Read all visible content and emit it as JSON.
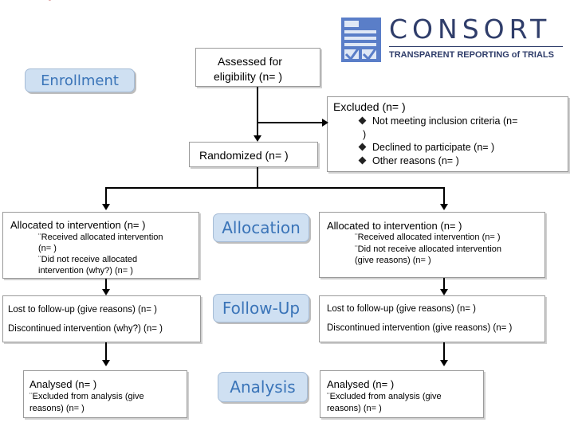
{
  "corner_mark": "' -",
  "logo": {
    "wordmark": "CONSORT",
    "tagline": "TRANSPARENT REPORTING of TRIALS"
  },
  "stages": {
    "enrollment": "Enrollment",
    "allocation": "Allocation",
    "follow_up": "Follow-Up",
    "analysis": "Analysis"
  },
  "assessed": {
    "line1": "Assessed for",
    "line2": "eligibility (n= )"
  },
  "excluded": {
    "title": "Excluded (n= )",
    "reason1_a": "Not meeting inclusion criteria (n=",
    "reason1_b": ")",
    "reason2": "Declined to participate (n= )",
    "reason3": "Other reasons (n= )"
  },
  "randomized": "Randomized (n= )",
  "left_arm": {
    "allocated": "Allocated to intervention (n= )",
    "received_a": "¨Received allocated intervention",
    "received_b": "(n= )",
    "not_received_a": "¨Did not receive allocated",
    "not_received_b": "intervention (why?) (n= )",
    "lost": "Lost to follow-up (give reasons) (n= )",
    "discontinued": "Discontinued intervention (why?) (n= )",
    "analysed": "Analysed (n= )",
    "excluded_a": "¨Excluded from analysis (give",
    "excluded_b": "reasons) (n= )"
  },
  "right_arm": {
    "allocated": "Allocated to intervention (n= )",
    "received": "¨Received allocated intervention (n= )",
    "not_received_a": "¨Did not receive allocated intervention",
    "not_received_b": "(give reasons) (n= )",
    "lost": "Lost to follow-up (give reasons) (n= )",
    "discontinued": "Discontinued intervention (give reasons) (n= )",
    "analysed": "Analysed (n= )",
    "excluded_a": "¨Excluded from analysis (give",
    "excluded_b": "reasons) (n= )"
  },
  "colors": {
    "stage_fill": "#cfe0f2",
    "stage_text": "#3a74b8",
    "logo_navy": "#2f3d6a",
    "logo_blue": "#5a7ec8"
  }
}
